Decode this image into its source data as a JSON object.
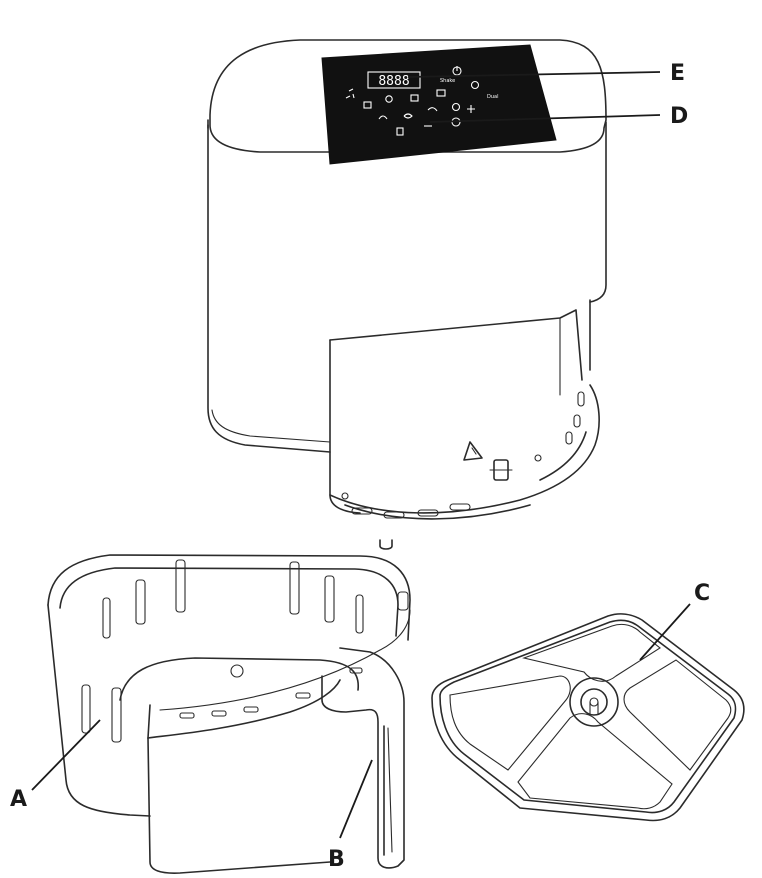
{
  "labels": {
    "a": "A",
    "b": "B",
    "c": "C",
    "d": "D",
    "e": "E"
  },
  "display": {
    "readout": "8888"
  },
  "panel_text": {
    "keep_warm": "Shake",
    "dual": "Dual"
  },
  "colors": {
    "line": "#2b2b2b",
    "panel": "#111111"
  }
}
